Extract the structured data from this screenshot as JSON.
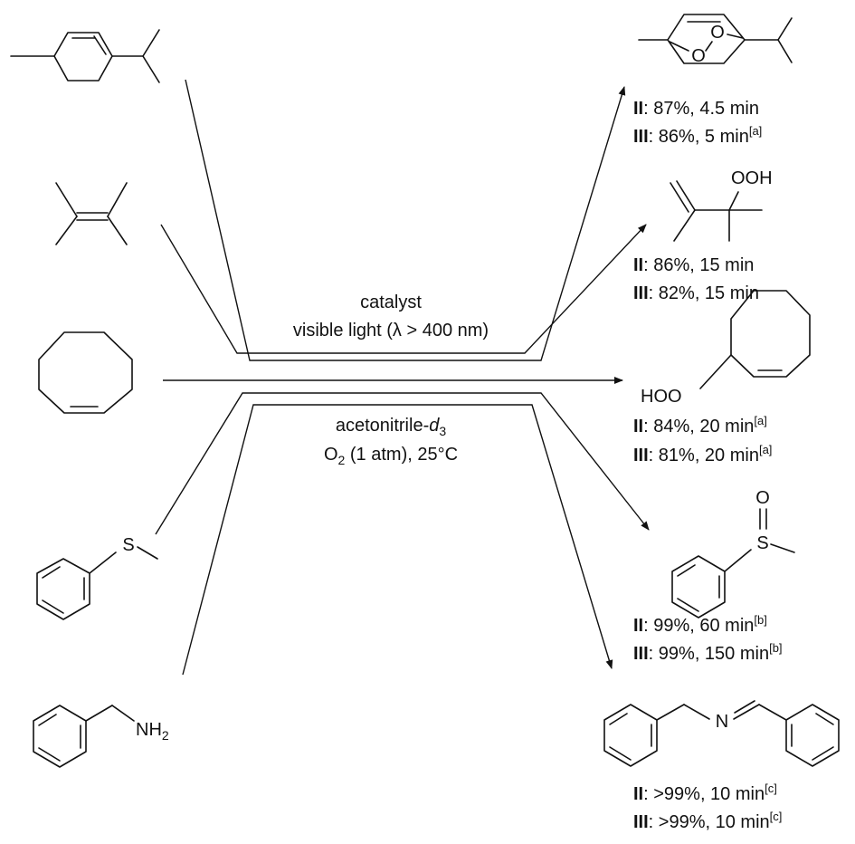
{
  "conditions": {
    "top": [
      "catalyst",
      "visible light (λ > 400 nm)"
    ],
    "bottom_solvent": {
      "base": "acetonitrile-",
      "italic": "d",
      "sub": "3"
    },
    "bottom_o2": {
      "o": "O",
      "sub": "2",
      "rest": " (1 atm), 25°C"
    }
  },
  "atoms": {
    "oxygen": "O",
    "sulfur": "S",
    "nitrogen": "N",
    "ooh": "OOH",
    "hoo": "HOO",
    "nh": "NH",
    "nh_sub": "2"
  },
  "products": [
    {
      "lines": [
        {
          "cat": "II",
          "text": ": 87%, 4.5 min",
          "note": ""
        },
        {
          "cat": "III",
          "text": ": 86%, 5 min",
          "note": "[a]"
        }
      ]
    },
    {
      "lines": [
        {
          "cat": "II",
          "text": ": 86%, 15 min",
          "note": ""
        },
        {
          "cat": "III",
          "text": ": 82%, 15 min",
          "note": ""
        }
      ]
    },
    {
      "lines": [
        {
          "cat": "II",
          "text": ": 84%, 20 min",
          "note": "[a]"
        },
        {
          "cat": "III",
          "text": ": 81%, 20 min",
          "note": "[a]"
        }
      ]
    },
    {
      "lines": [
        {
          "cat": "II",
          "text": ": 99%, 60 min",
          "note": "[b]"
        },
        {
          "cat": "III",
          "text": ": 99%, 150 min",
          "note": "[b]"
        }
      ]
    },
    {
      "lines": [
        {
          "cat": "II",
          "text": ": >99%, 10 min",
          "note": "[c]"
        },
        {
          "cat": "III",
          "text": ": >99%, 10 min",
          "note": "[c]"
        }
      ]
    }
  ]
}
